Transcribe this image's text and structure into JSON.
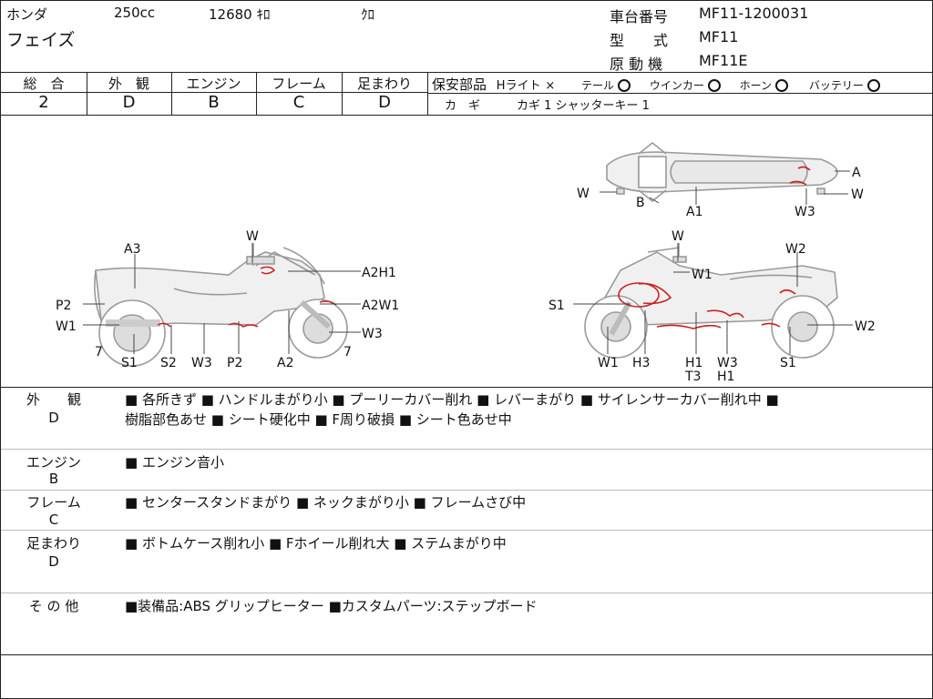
{
  "header": {
    "maker": "ホンダ",
    "cc": "250cc",
    "mileage": "12680 ｷﾛ",
    "color": "ｸﾛ",
    "model_name": "フェイズ",
    "frame_no_label": "車台番号",
    "frame_no": "MF11-1200031",
    "type_label": "型　　式",
    "type_value": "MF11",
    "engine_label": "原 動 機",
    "engine_value": "MF11E"
  },
  "grades": [
    {
      "label": "総　合",
      "value": "2"
    },
    {
      "label": "外　観",
      "value": "D"
    },
    {
      "label": "エンジン",
      "value": "B"
    },
    {
      "label": "フレーム",
      "value": "C"
    },
    {
      "label": "足まわり",
      "value": "D"
    }
  ],
  "safety": {
    "label": "保安部品",
    "headlight": "Hライト",
    "headlight_mark": "×",
    "tail": "テール",
    "winker": "ウインカー",
    "horn": "ホーン",
    "battery": "バッテリー",
    "key_label": "カ　ギ",
    "key_value": "カギ 1 シャッターキー 1"
  },
  "diagram_labels": {
    "left": {
      "a3": "A3",
      "w": "W",
      "a2h1": "A2H1",
      "p2_left": "P2",
      "a2w1": "A2W1",
      "w1": "W1",
      "w3_right": "W3",
      "n7_left": "7",
      "n7_right": "7",
      "s1": "S1",
      "s2": "S2",
      "w3": "W3",
      "p2": "P2",
      "a2": "A2"
    },
    "right": {
      "w": "W",
      "w2_top": "W2",
      "w1_top": "W1",
      "s1_left": "S1",
      "w2_right": "W2",
      "w1": "W1",
      "h3": "H3",
      "h1": "H1",
      "t3": "T3",
      "w3": "W3",
      "h1b": "H1",
      "s1": "S1"
    },
    "top": {
      "a": "A",
      "w_left": "W",
      "w_right": "W",
      "b": "B",
      "a1": "A1",
      "w3": "W3"
    }
  },
  "sections": [
    {
      "title": "外　　観",
      "grade": "D",
      "lines": [
        "■ 各所きず ■ ハンドルまがり小 ■ プーリーカバー削れ ■ レバーまがり ■ サイレンサーカバー削れ中 ■",
        "樹脂部色あせ ■ シート硬化中 ■ F周り破損 ■ シート色あせ中"
      ]
    },
    {
      "title": "エンジン",
      "grade": "B",
      "lines": [
        "■ エンジン音小"
      ]
    },
    {
      "title": "フレーム",
      "grade": "C",
      "lines": [
        "■ センタースタンドまがり ■ ネックまがり小 ■ フレームさび中"
      ]
    },
    {
      "title": "足まわり",
      "grade": "D",
      "lines": [
        "■ ボトムケース削れ小 ■ Fホイール削れ大 ■ ステムまがり中"
      ]
    },
    {
      "title": "そ の 他",
      "grade": "",
      "lines": [
        "■装備品:ABS グリップヒーター ■カスタムパーツ:ステップボード"
      ]
    }
  ]
}
